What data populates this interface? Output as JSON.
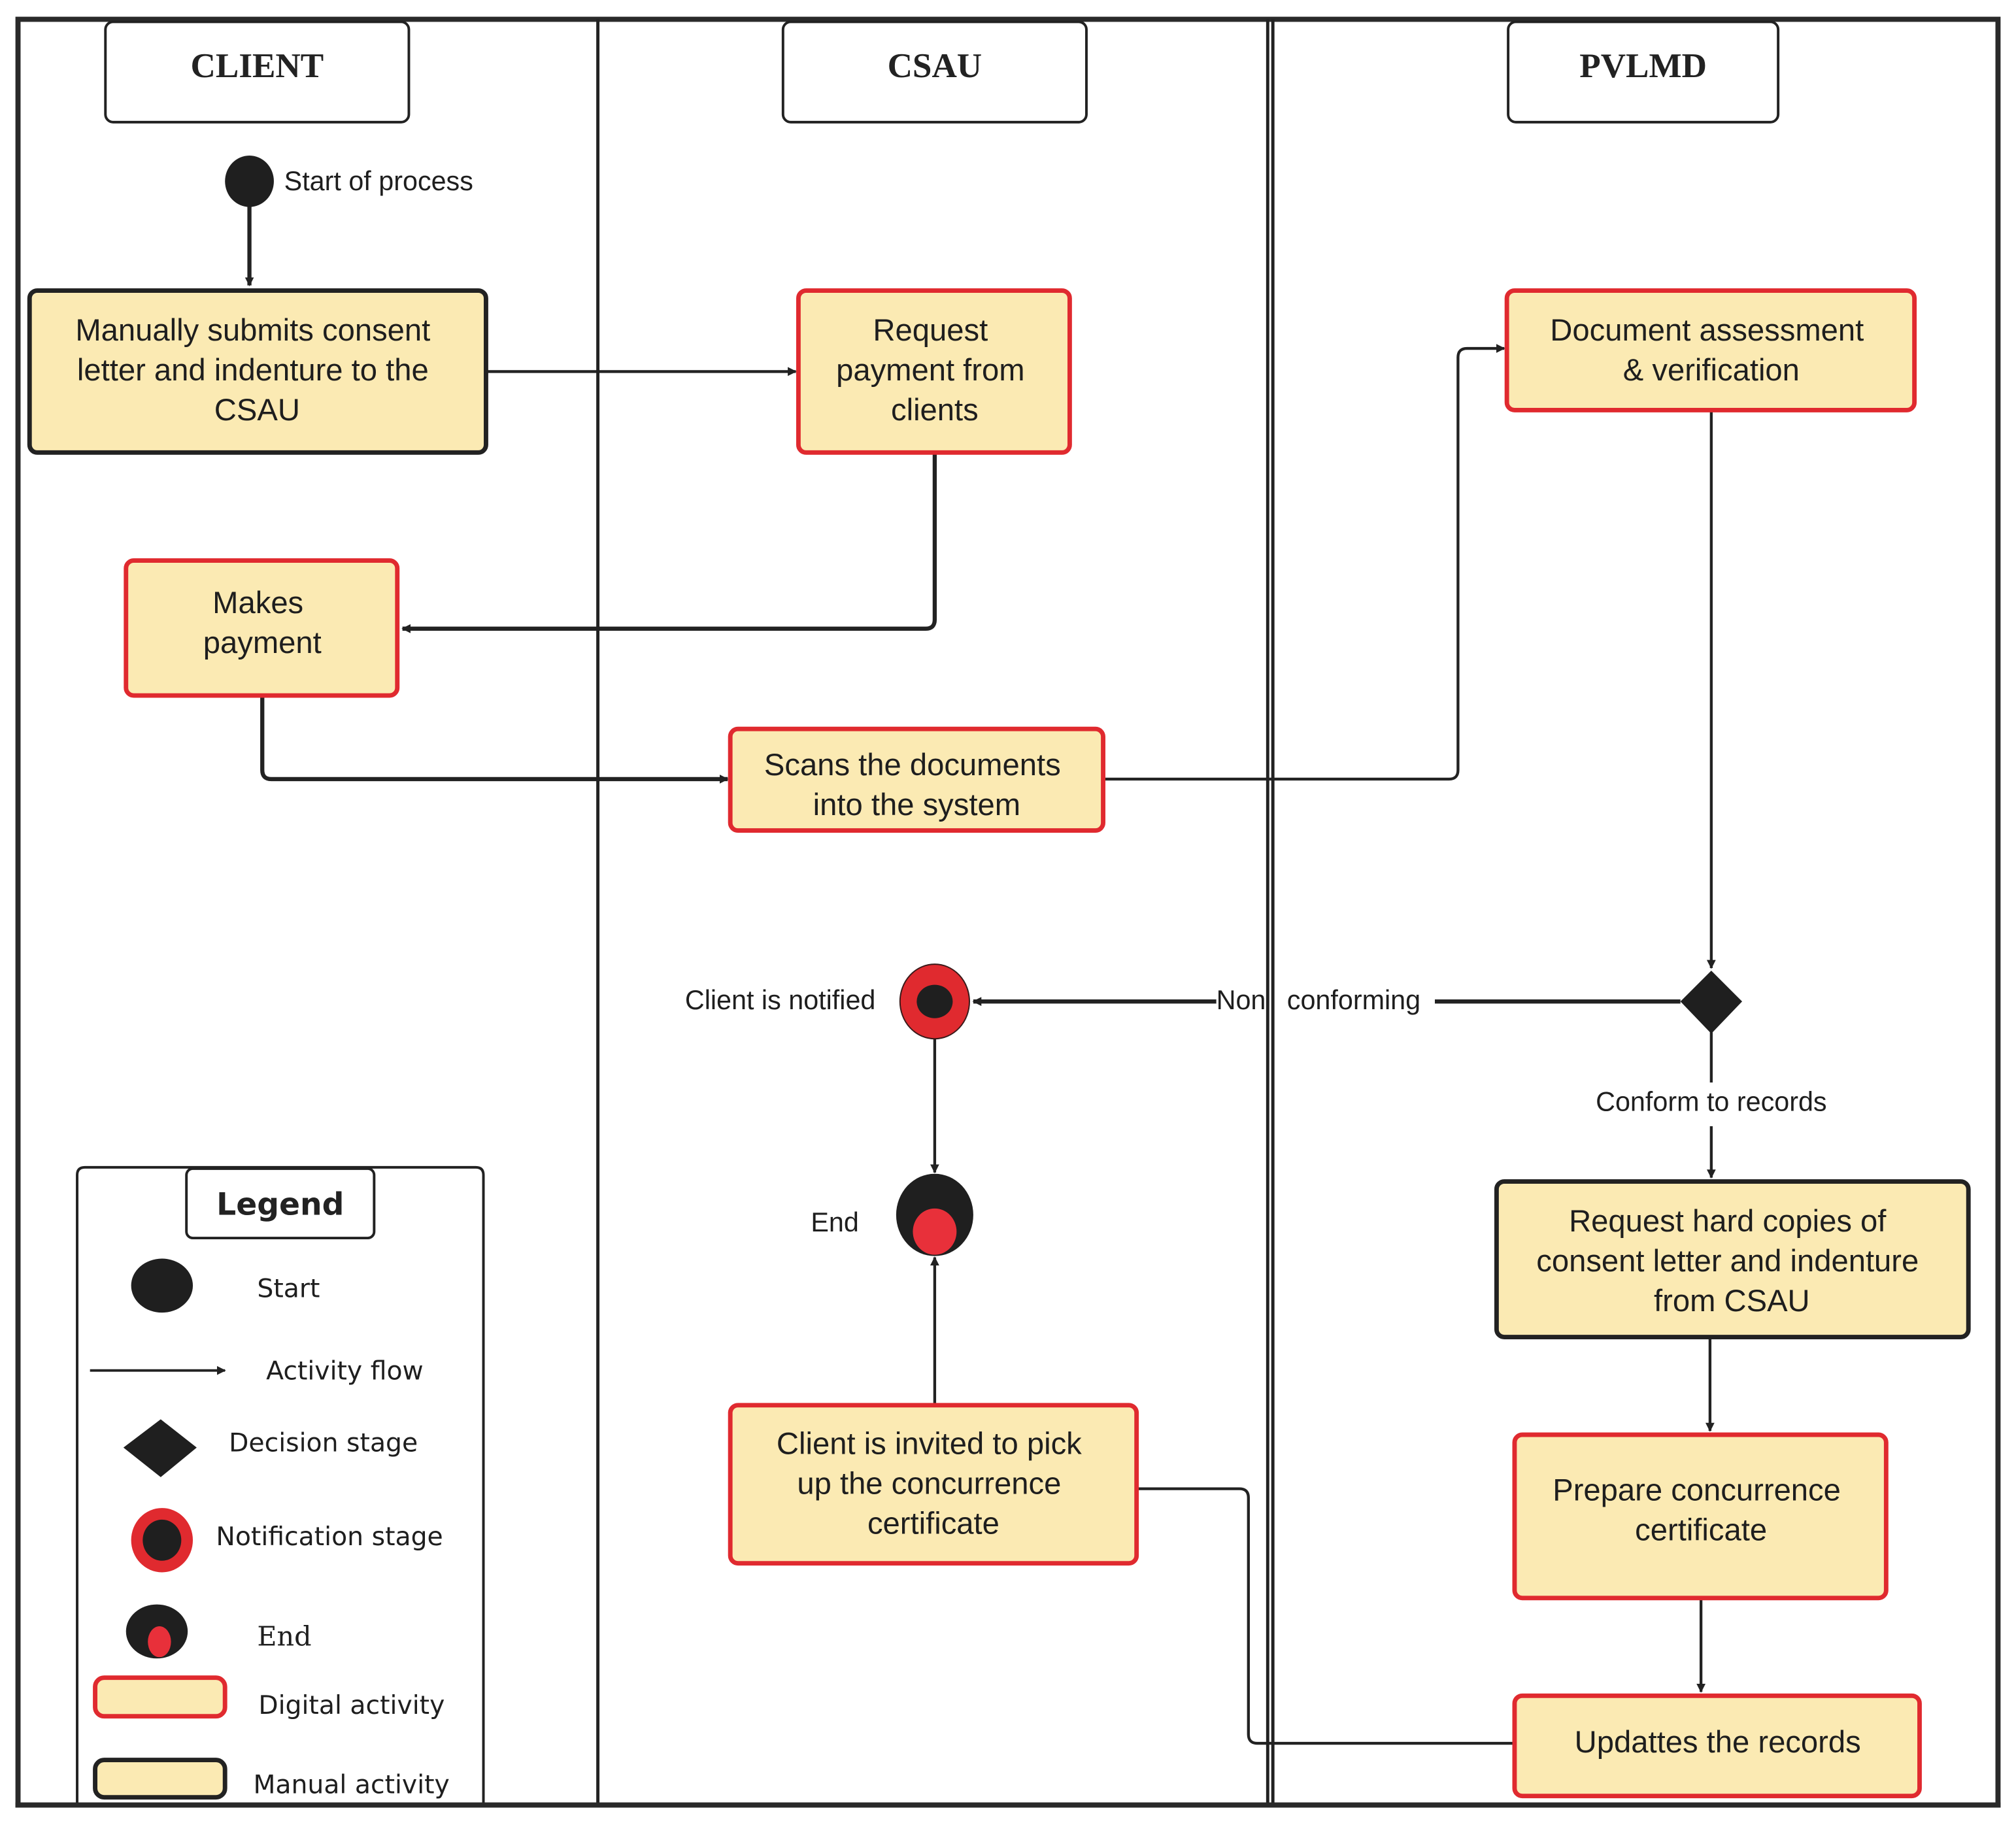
{
  "lanes": [
    {
      "id": "client",
      "title": "CLIENT"
    },
    {
      "id": "csau",
      "title": "CSAU"
    },
    {
      "id": "pvlmd",
      "title": "PVLMD"
    }
  ],
  "nodes": {
    "start": {
      "label": "Start of process"
    },
    "manual_submit": {
      "lines": [
        "Manually submits consent",
        "letter and  indenture to the",
        "CSAU"
      ],
      "type": "manual",
      "lane": "client"
    },
    "request_payment": {
      "lines": [
        "Request",
        "payment from",
        "clients"
      ],
      "type": "digital",
      "lane": "csau"
    },
    "makes_payment": {
      "lines": [
        "Makes",
        "payment"
      ],
      "type": "digital",
      "lane": "client"
    },
    "scans_documents": {
      "lines": [
        "Scans the documents",
        "into the system"
      ],
      "type": "digital",
      "lane": "csau"
    },
    "document_assessment": {
      "lines": [
        "Document assessment",
        "& verification"
      ],
      "type": "digital",
      "lane": "pvlmd"
    },
    "decision": {
      "type": "decision",
      "lane": "pvlmd"
    },
    "client_notified": {
      "label": "Client is notified",
      "type": "notification",
      "lane": "csau"
    },
    "end": {
      "label": "End",
      "type": "end",
      "lane": "csau"
    },
    "request_hard_copies": {
      "lines": [
        "Request hard copies of",
        "consent letter and indenture",
        "from CSAU"
      ],
      "type": "manual",
      "lane": "pvlmd"
    },
    "prepare_certificate": {
      "lines": [
        "Prepare concurrence",
        "certificate"
      ],
      "type": "digital",
      "lane": "pvlmd"
    },
    "updates_records": {
      "lines": [
        "Updattes the records"
      ],
      "type": "digital",
      "lane": "pvlmd"
    },
    "client_invited": {
      "lines": [
        "Client is invited to pick",
        "up the concurrence",
        "certificate"
      ],
      "type": "digital",
      "lane": "csau"
    }
  },
  "edges": {
    "non_conforming_part1": "Non",
    "non_conforming_part2": "conforming",
    "conform_to_records": "Conform to records"
  },
  "legend": {
    "title": "Legend",
    "items": [
      {
        "symbol": "start",
        "label": "Start"
      },
      {
        "symbol": "activity-flow",
        "label": "Activity flow"
      },
      {
        "symbol": "decision",
        "label": "Decision stage"
      },
      {
        "symbol": "notification",
        "label": "Notification stage"
      },
      {
        "symbol": "end",
        "label": "End"
      },
      {
        "symbol": "digital",
        "label": "Digital activity"
      },
      {
        "symbol": "manual",
        "label": "Manual activity"
      }
    ]
  },
  "colors": {
    "activity_fill": "#fbeab3",
    "digital_border": "#e02a2f",
    "manual_border": "#222222",
    "line": "#222222"
  }
}
